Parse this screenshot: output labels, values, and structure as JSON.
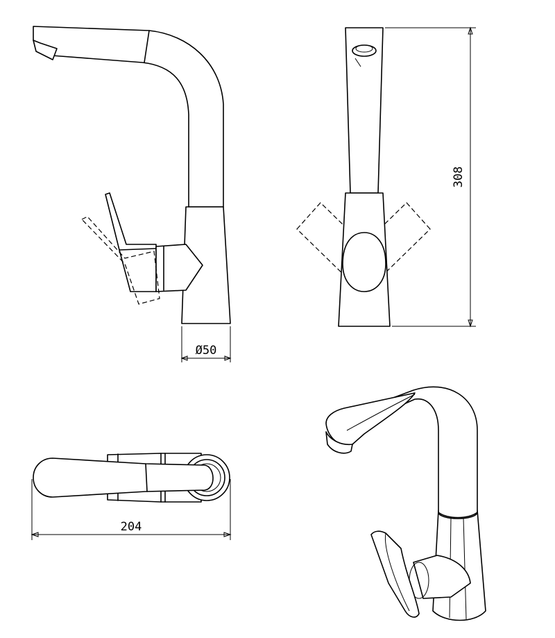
{
  "dimensions": {
    "base_diameter": "Ø50",
    "height": "308",
    "length": "204"
  }
}
